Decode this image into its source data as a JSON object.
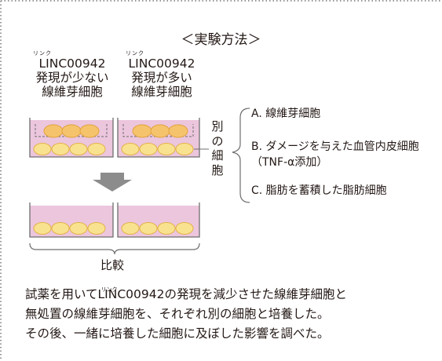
{
  "title": "＜実験方法＞",
  "conditions": [
    {
      "ruby": "リンク",
      "lines": [
        "LINC00942",
        "発現が少ない",
        "線維芽細胞"
      ]
    },
    {
      "ruby": "リンク",
      "lines": [
        "LINC00942",
        "発現が多い",
        "線維芽細胞"
      ]
    }
  ],
  "other_cells_label": "別の細胞",
  "options": [
    {
      "lines": [
        "A. 線維芽細胞"
      ]
    },
    {
      "lines": [
        "B. ダメージを与えた血管内皮細胞",
        "（TNF-α添加）"
      ]
    },
    {
      "lines": [
        "C. 脂肪を蓄積した脂肪細胞"
      ]
    }
  ],
  "compare_label": "比較",
  "description": {
    "ruby": "リンク",
    "line1_prefix": "試薬を用いて",
    "line1_ruby_base": "LINC",
    "line1_suffix": "00942の発現を減少させた線維芽細胞と",
    "line2": "無処置の線維芽細胞を、それぞれ別の細胞と培養した。",
    "line3": "その後、一緒に培養した細胞に及ぼした影響を調べた。"
  },
  "colors": {
    "dish_fill": "#ecc6dd",
    "cell_fill": "#f9e28f",
    "cell_stroke": "#e3b24a",
    "insert_cell_fill": "#f6c36d",
    "arrow": "#8c8c8c",
    "border": "#777777",
    "text": "#231815"
  }
}
